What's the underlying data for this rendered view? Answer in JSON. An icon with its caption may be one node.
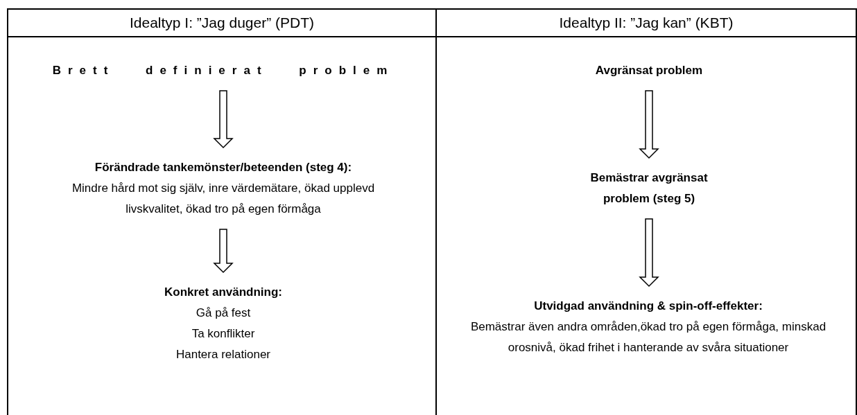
{
  "diagram": {
    "nodes": [
      {
        "text": [
          "Idealtyp I: ”Jag duger” (PDT)"
        ]
      },
      {
        "text": [
          "Brett definierat problem"
        ],
        "in": 0
      },
      {
        "text": [
          "Förändrade tankemönster/beteenden (steg 4):",
          "Mindre hård mot sig själv, inre värdemätare, ökad upplevd livskvalitet, ökad tro på egen förmåga"
        ],
        "in": 0
      },
      {
        "text": [
          "Konkret användning:",
          "Gå på fest",
          "Ta konflikter",
          "Hantera relationer"
        ],
        "in": 0
      },
      {
        "text": [
          "Idealtyp II: ”Jag kan” (KBT)"
        ]
      },
      {
        "text": [
          "Avgränsat problem"
        ],
        "in": 4
      },
      {
        "text": [
          "Bemästrar avgränsat problem (steg 5)"
        ],
        "in": 4
      },
      {
        "text": [
          "Utvidgad användning & spin-off-effekter:",
          "Bemästrar även andra områden,ökad tro på egen förmåga, minskad orosnivå, ökad frihet i hanterande av svåra situationer"
        ],
        "in": 4
      }
    ],
    "edges": [
      {
        "from": 1,
        "to": 2,
        "arrow": "to"
      },
      {
        "from": 2,
        "to": 3,
        "arrow": "to"
      },
      {
        "from": 5,
        "to": 6,
        "arrow": "to"
      },
      {
        "from": 6,
        "to": 7,
        "arrow": "to"
      }
    ]
  }
}
